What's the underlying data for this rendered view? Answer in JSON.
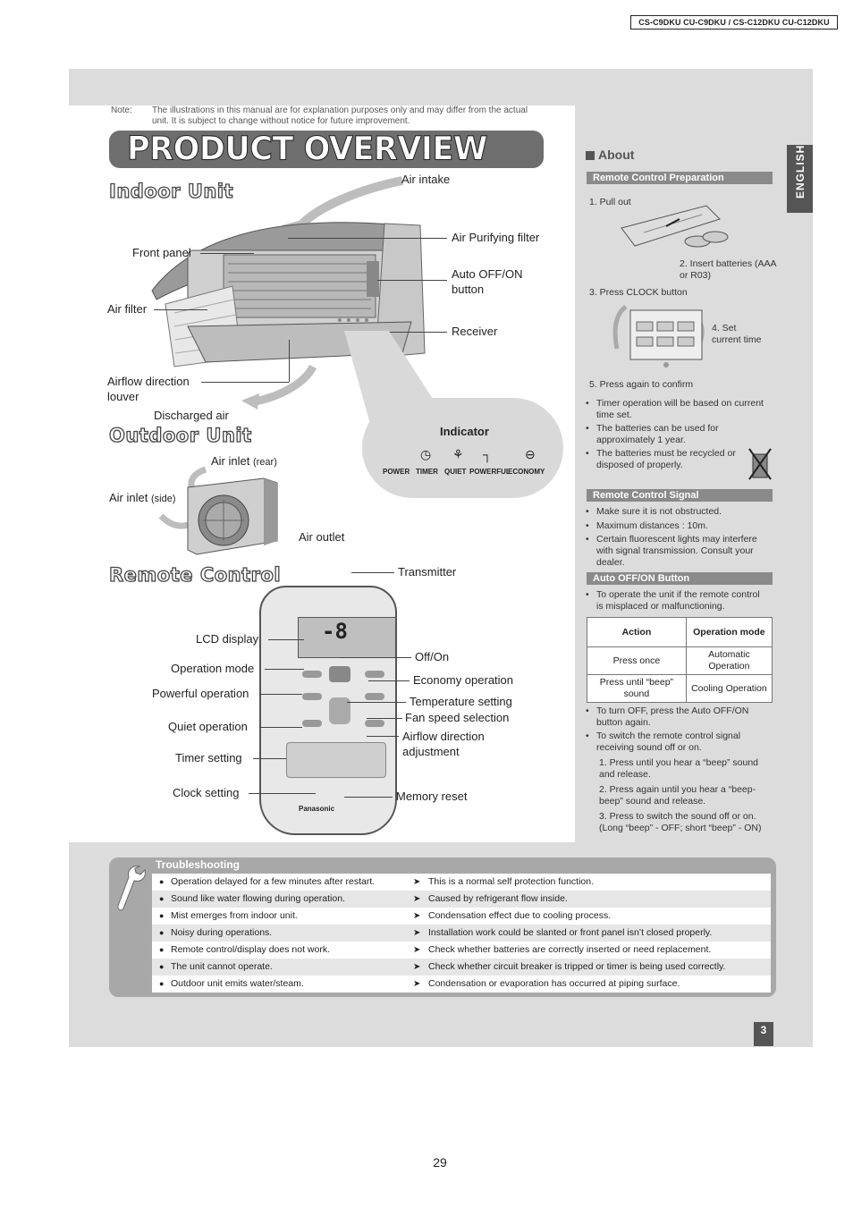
{
  "header": {
    "model_code": "CS-C9DKU CU-C9DKU / CS-C12DKU CU-C12DKU"
  },
  "note": {
    "label": "Note:",
    "text": "The illustrations in this manual are for explanation purposes only and may differ from the actual unit. It is subject to change without notice for future improvement."
  },
  "title": "PRODUCT OVERVIEW",
  "sections": {
    "indoor": "Indoor Unit",
    "outdoor": "Outdoor Unit",
    "remote": "Remote Control"
  },
  "indoor_labels": {
    "air_intake": "Air intake",
    "front_panel": "Front panel",
    "air_purifying_filter": "Air Purifying filter",
    "auto_button": "Auto OFF/ON button",
    "air_filter": "Air filter",
    "receiver": "Receiver",
    "airflow_louver": "Airflow direction louver",
    "discharged_air": "Discharged air"
  },
  "indicator": {
    "title": "Indicator",
    "items": [
      "POWER",
      "TIMER",
      "QUIET",
      "POWERFUL",
      "ECONOMY"
    ]
  },
  "outdoor_labels": {
    "air_inlet_rear": "Air inlet",
    "air_inlet_rear_suffix": "(rear)",
    "air_inlet_side": "Air inlet",
    "air_inlet_side_suffix": "(side)",
    "air_outlet": "Air outlet"
  },
  "remote_labels": {
    "transmitter": "Transmitter",
    "lcd_display": "LCD display",
    "operation_mode": "Operation mode",
    "powerful_operation": "Powerful operation",
    "quiet_operation": "Quiet operation",
    "timer_setting": "Timer setting",
    "clock_setting": "Clock setting",
    "off_on": "Off/On",
    "economy_operation": "Economy operation",
    "temperature_setting": "Temperature setting",
    "fan_speed": "Fan speed selection",
    "airflow_adjust": "Airflow direction adjustment",
    "memory_reset": "Memory reset",
    "brand": "Panasonic"
  },
  "about": {
    "title": "About",
    "english_tab": "ENGLISH",
    "prep_head": "Remote Control Preparation",
    "step1": "1. Pull out",
    "step2": "2. Insert batteries (AAA or R03)",
    "step3": "3. Press CLOCK button",
    "step4": "4. Set current time",
    "step5": "5. Press again to confirm",
    "prep_notes": [
      "Timer operation will be based on current time set.",
      "The batteries can be used for approximately 1 year.",
      "The batteries must be recycled or disposed of properly."
    ],
    "signal_head": "Remote Control Signal",
    "signal_notes": [
      "Make sure it is not obstructed.",
      "Maximum distances : 10m.",
      "Certain fluorescent lights may interfere with signal transmission. Consult your dealer."
    ],
    "auto_head": "Auto OFF/ON Button",
    "auto_note": "To operate the unit if the remote control is misplaced or malfunctioning.",
    "table": {
      "headers": [
        "Action",
        "Operation mode"
      ],
      "rows": [
        [
          "Press once",
          "Automatic Operation"
        ],
        [
          "Press until “beep” sound",
          "Cooling Operation"
        ]
      ]
    },
    "auto_notes": [
      "To turn OFF, press the Auto OFF/ON button again.",
      "To switch the remote control signal receiving sound off or on."
    ],
    "sound_steps": [
      "1.  Press until you hear a “beep” sound and release.",
      "2.  Press again until you hear a “beep-beep” sound and release.",
      "3.  Press to switch the sound off or on. (Long “beep” - OFF; short “beep” - ON)"
    ]
  },
  "troubleshooting": {
    "title": "Troubleshooting",
    "rows": [
      {
        "problem": "Operation delayed for a few minutes after restart.",
        "solution": "This is a normal self protection function."
      },
      {
        "problem": "Sound like water flowing during operation.",
        "solution": "Caused by refrigerant flow inside."
      },
      {
        "problem": "Mist emerges from indoor unit.",
        "solution": "Condensation effect due to cooling process."
      },
      {
        "problem": "Noisy during operations.",
        "solution": "Installation work could be slanted or front panel isn’t closed properly."
      },
      {
        "problem": "Remote control/display does not work.",
        "solution": "Check whether batteries are correctly inserted or need replacement."
      },
      {
        "problem": "The unit cannot operate.",
        "solution": "Check whether circuit breaker is tripped or timer is being used correctly."
      },
      {
        "problem": "Outdoor unit emits water/steam.",
        "solution": "Condensation or evaporation has occurred at piping surface."
      }
    ]
  },
  "page_badge": "3",
  "page_number": "29"
}
